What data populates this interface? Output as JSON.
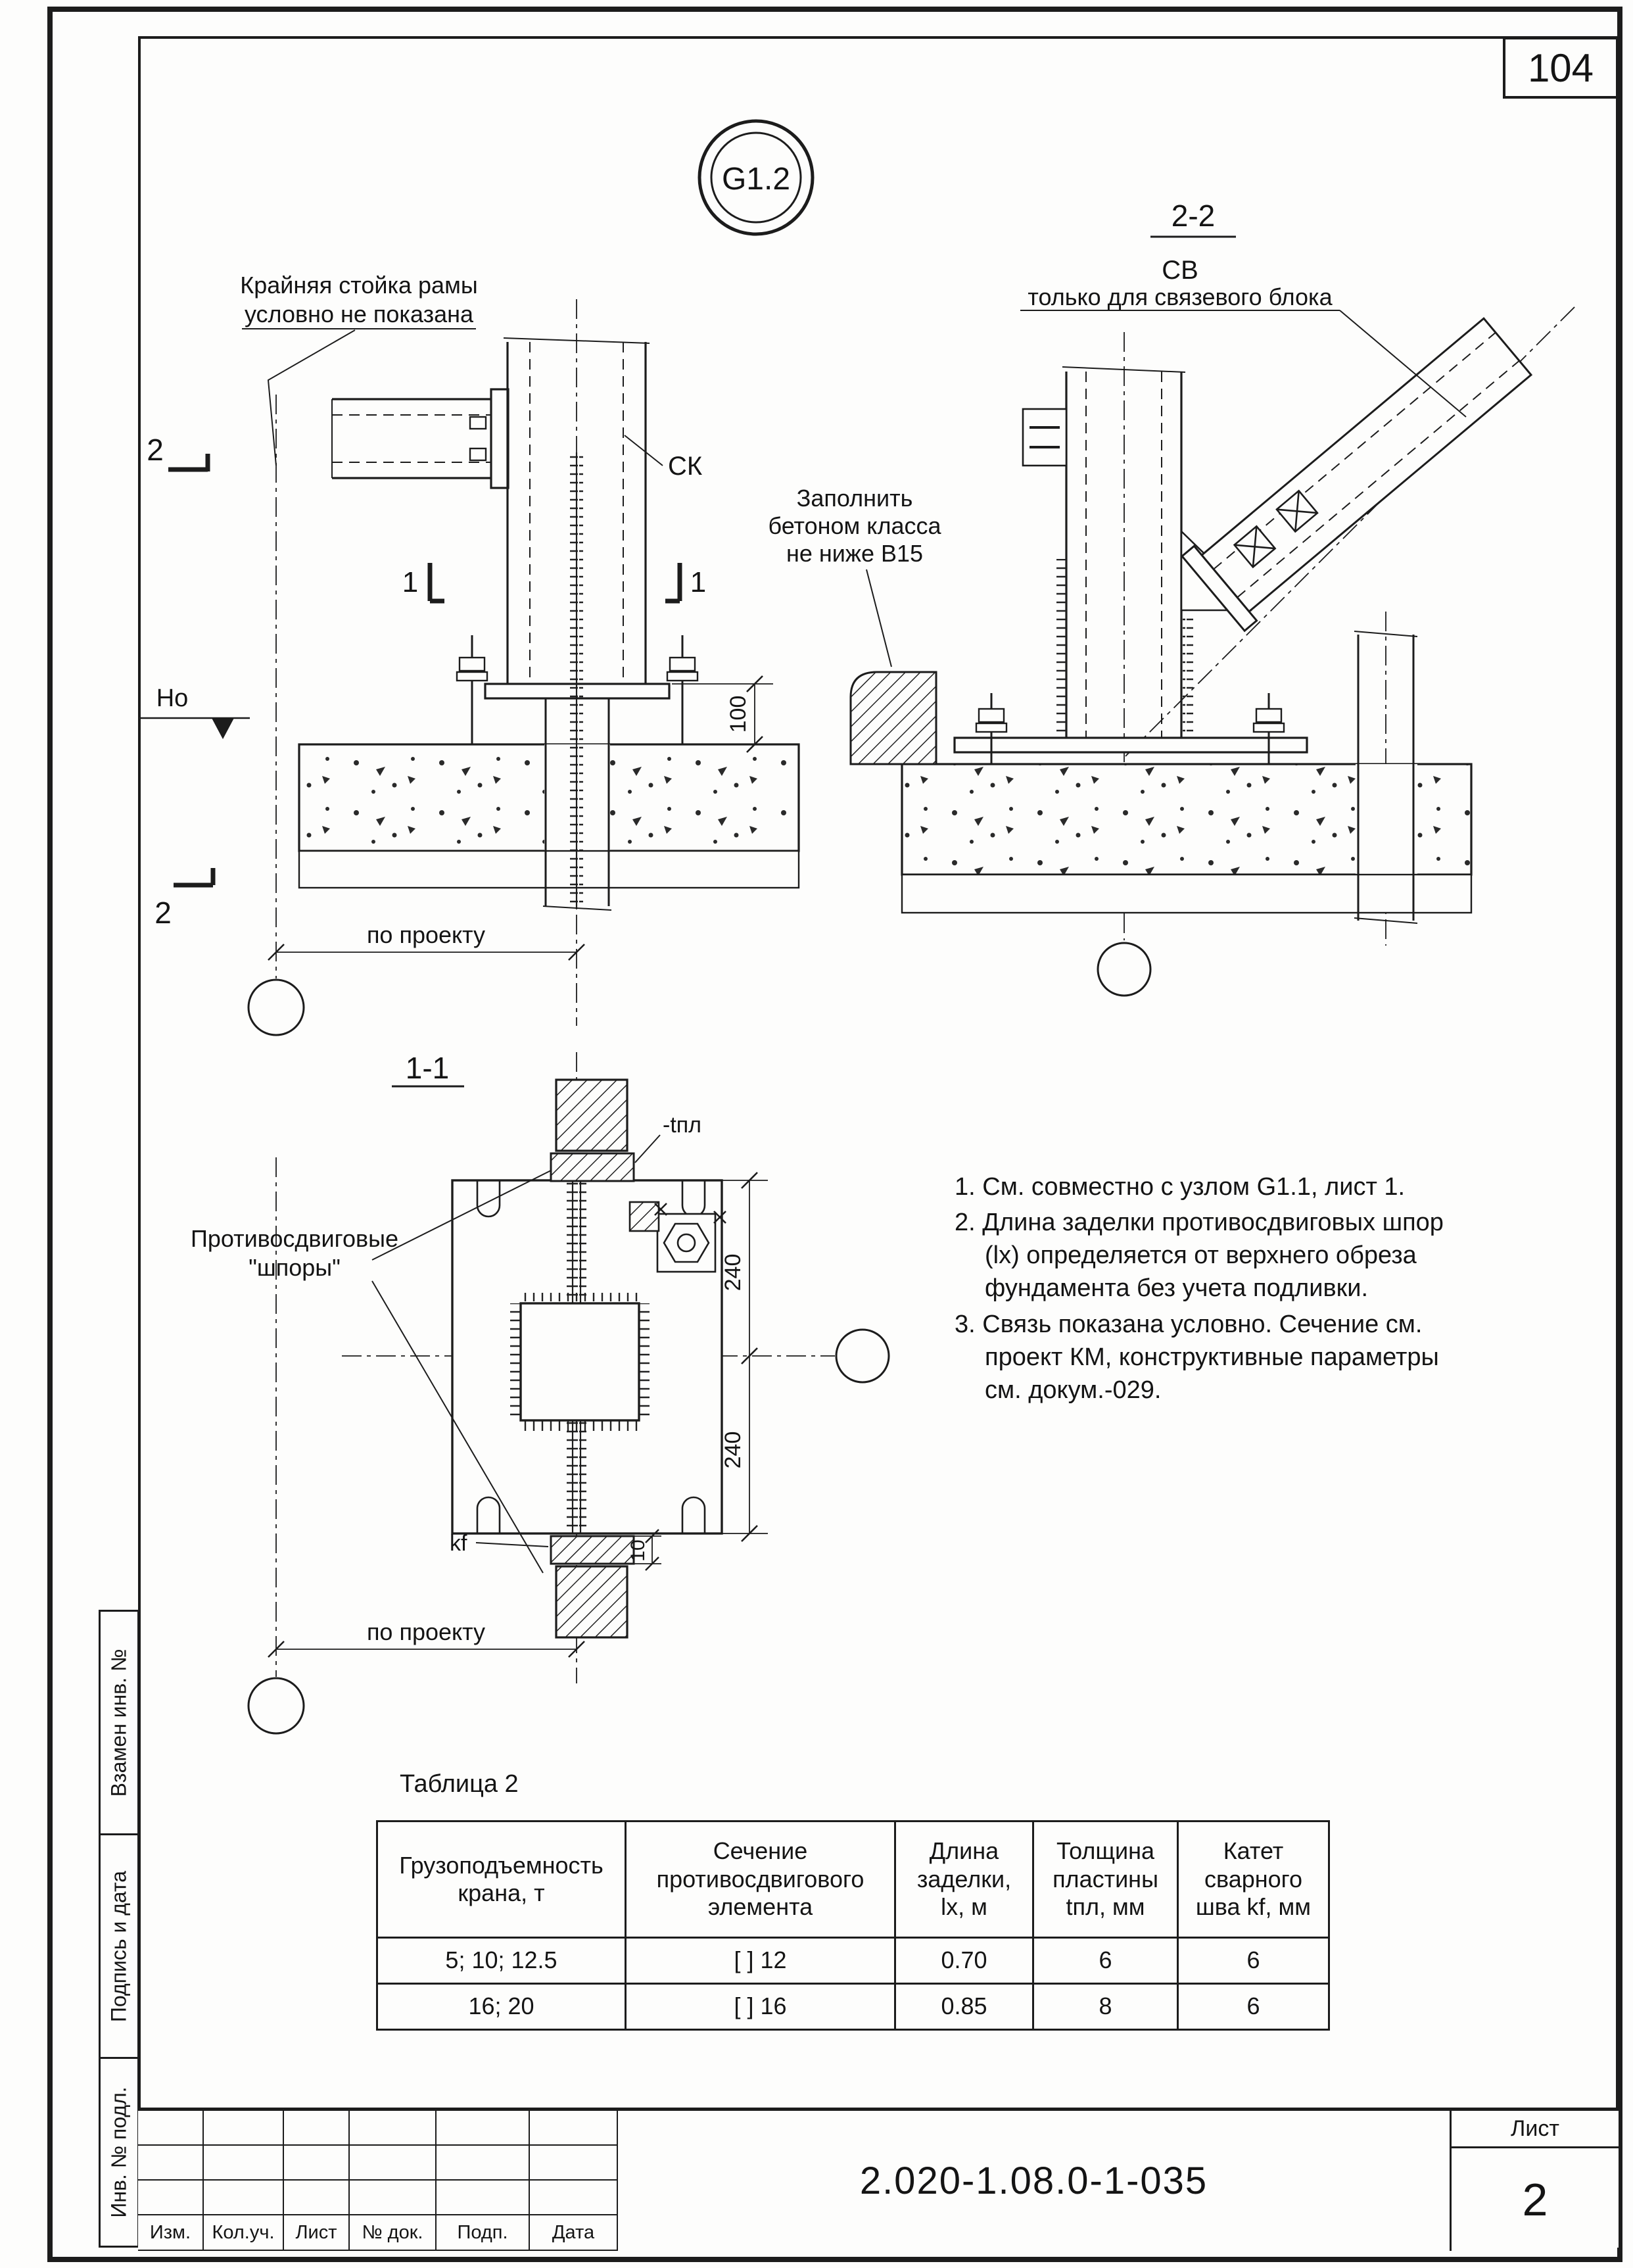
{
  "page": {
    "number": "104",
    "doc_number": "2.020-1.08.0-1-035",
    "sheet_label": "Лист",
    "sheet_number": "2"
  },
  "side_stamps": {
    "vzamen": "Взамен инв. №",
    "podpis": "Подпись и дата",
    "inv": "Инв. № подл."
  },
  "revision_row": {
    "izm": "Изм.",
    "koluch": "Кол.уч.",
    "list": "Лист",
    "ndok": "№ док.",
    "podp": "Подп.",
    "data": "Дата"
  },
  "labels": {
    "node": "G1.2",
    "section22": "2-2",
    "section11": "1-1",
    "frame_post_1": "Крайняя стойка рамы",
    "frame_post_2": "условно не показана",
    "sk": "СК",
    "sv": "СВ",
    "sv_sub": "только для связевого блока",
    "concrete_1": "Заполнить",
    "concrete_2": "бетоном класса",
    "concrete_3": "не ниже В15",
    "ho": "Но",
    "po_proektu": "по проекту",
    "shpory_1": "Противосдвиговые",
    "shpory_2": "\"шпоры\"",
    "tpl": "-tпл",
    "kf": "kf",
    "m2": "2",
    "m1": "1"
  },
  "dims": {
    "d100": "100",
    "d240": "240",
    "d10": "10"
  },
  "notes": {
    "n1": "1. См. совместно с узлом G1.1, лист 1.",
    "n2": "2. Длина заделки противосдвиговых шпор (lx) определяется от верхнего обреза фундамента без учета подливки.",
    "n3": "3. Связь показана условно. Сечение см. проект КМ, конструктивные параметры см. докум.-029."
  },
  "table": {
    "caption": "Таблица 2",
    "h1": "Грузоподъемность крана, т",
    "h2": "Сечение противосдвигового элемента",
    "h3": "Длина заделки, lx, м",
    "h4": "Толщина пластины tпл, мм",
    "h5": "Катет сварного шва kf, мм",
    "rows": [
      [
        "5; 10; 12.5",
        "[ ] 12",
        "0.70",
        "6",
        "6"
      ],
      [
        "16; 20",
        "[ ] 16",
        "0.85",
        "8",
        "6"
      ]
    ]
  }
}
